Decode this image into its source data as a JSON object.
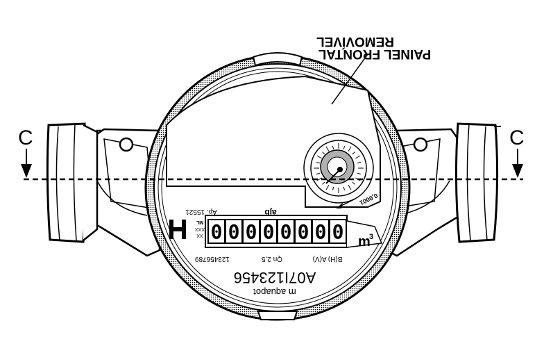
{
  "callout": {
    "line1": "REMOVÍVEL",
    "line2": "PAINEL FRONTAL"
  },
  "section_marks": {
    "left": "C",
    "right": "C"
  },
  "dial": {
    "register": [
      "0",
      "0",
      "0",
      "0",
      "0",
      "0",
      "0",
      "0"
    ],
    "unit": "m",
    "unit_exp": "3",
    "model": "A07I123456",
    "brand": "m aquapot",
    "serial": "123456789",
    "flow": "Qn 2,5",
    "class": "B(H) A(V)",
    "approval": "Ap. 15521",
    "brand_logo": "ajb",
    "xxx": "XXX",
    "xx": "XX",
    "ml": "ML",
    "scale_mark": "0,0001",
    "brand_mark_icon": "h-logo-icon"
  }
}
